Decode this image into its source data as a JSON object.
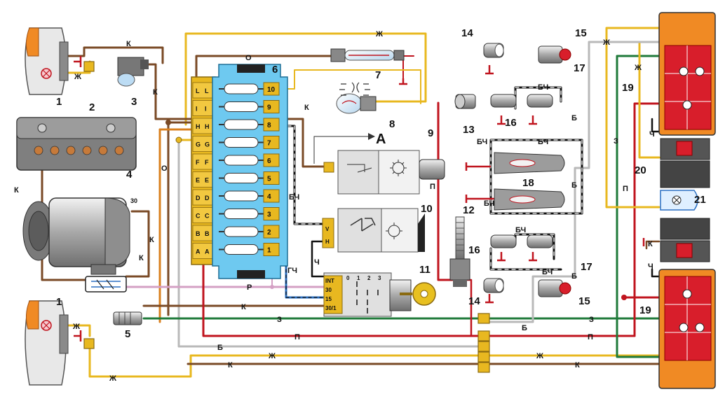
{
  "colors": {
    "brown": "#7a4a26",
    "yellow": "#e8b820",
    "red": "#c0141e",
    "green": "#1f7a3a",
    "black": "#111111",
    "white_wire": "#b9b9b9",
    "pink": "#d4a0c4",
    "orange": "#d9801f",
    "fusebox": "#6ec9f0",
    "lamp_red": "#d81e2b",
    "lamp_orange": "#f08a24"
  },
  "components": {
    "c1": "1",
    "c2": "2",
    "c3": "3",
    "c4": "4",
    "c5": "5",
    "c6": "6",
    "c7": "7",
    "c8": "8",
    "c9": "9",
    "c10": "10",
    "c11": "11",
    "c12": "12",
    "c13": "13",
    "c14": "14",
    "c15": "15",
    "c16": "16",
    "c17": "17",
    "c18": "18",
    "c19": "19",
    "c20": "20",
    "c21": "21",
    "alt_terminal": "30",
    "view_a": "A"
  },
  "wire_labels": {
    "K": "К",
    "Zh": "Ж",
    "O": "О",
    "R": "Р",
    "P": "П",
    "Z": "З",
    "B": "Б",
    "Ch": "Ч",
    "BCh": "БЧ",
    "GCh": "ГЧ"
  },
  "connector_letters": [
    "A",
    "B",
    "C",
    "D",
    "E",
    "F",
    "G",
    "H",
    "I",
    "L"
  ],
  "fuses": [
    "1",
    "2",
    "3",
    "4",
    "5",
    "6",
    "7",
    "8",
    "9",
    "10"
  ],
  "switch10_pins": [
    "V",
    "H"
  ],
  "ignition_pins": [
    "INT",
    "30",
    "15",
    "30/1"
  ],
  "ignition_positions": [
    "0",
    "1",
    "2",
    "3"
  ]
}
